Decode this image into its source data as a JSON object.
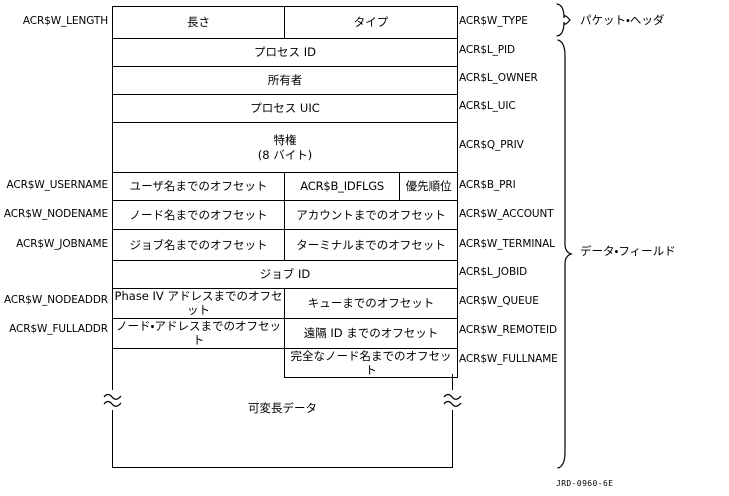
{
  "figure": {
    "caption": "JRD-0960-6E"
  },
  "groups": [
    {
      "label": "パケット・ヘッダ"
    },
    {
      "label": "データ・フィールド"
    }
  ],
  "rows": [
    {
      "left_label": "ACR$W_LENGTH",
      "right_label": "ACR$W_TYPE",
      "cells": [
        {
          "text": "長さ"
        },
        {
          "text": "タイプ"
        }
      ]
    },
    {
      "left_label": "",
      "right_label": "ACR$L_PID",
      "cells": [
        {
          "text": "プロセス ID"
        }
      ]
    },
    {
      "left_label": "",
      "right_label": "ACR$L_OWNER",
      "cells": [
        {
          "text": "所有者"
        }
      ]
    },
    {
      "left_label": "",
      "right_label": "ACR$L_UIC",
      "cells": [
        {
          "text": "プロセス UIC"
        }
      ]
    },
    {
      "left_label": "",
      "right_label": "ACR$Q_PRIV",
      "cells": [
        {
          "line1": "特権",
          "line2": "(8 バイト)"
        }
      ]
    },
    {
      "left_label": "ACR$W_USERNAME",
      "right_label": "ACR$B_PRI",
      "cells": [
        {
          "text": "ユーザ名までのオフセット"
        },
        {
          "text": "ACR$B_IDFLGS"
        },
        {
          "text": "優先順位"
        }
      ]
    },
    {
      "left_label": "ACR$W_NODENAME",
      "right_label": "ACR$W_ACCOUNT",
      "cells": [
        {
          "text": "ノード名までのオフセット"
        },
        {
          "text": "アカウントまでのオフセット"
        }
      ]
    },
    {
      "left_label": "ACR$W_JOBNAME",
      "right_label": "ACR$W_TERMINAL",
      "cells": [
        {
          "text": "ジョブ名までのオフセット"
        },
        {
          "text": "ターミナルまでのオフセット"
        }
      ]
    },
    {
      "left_label": "",
      "right_label": "ACR$L_JOBID",
      "cells": [
        {
          "text": "ジョブ ID"
        }
      ]
    },
    {
      "left_label": "ACR$W_NODEADDR",
      "right_label": "ACR$W_QUEUE",
      "cells": [
        {
          "text": "Phase IV アドレスまでのオフセット"
        },
        {
          "text": "キューまでのオフセット"
        }
      ]
    },
    {
      "left_label": "ACR$W_FULLADDR",
      "right_label": "ACR$W_REMOTEID",
      "cells": [
        {
          "text": "ノード・アドレスまでのオフセット"
        },
        {
          "text": "遠隔 ID までのオフセット"
        }
      ]
    },
    {
      "left_label": "",
      "right_label": "ACR$W_FULLNAME",
      "cells": [
        {
          "text": ""
        },
        {
          "text": "完全なノード名までのオフセット"
        }
      ]
    }
  ],
  "variable_data": {
    "label": "可変長データ"
  }
}
